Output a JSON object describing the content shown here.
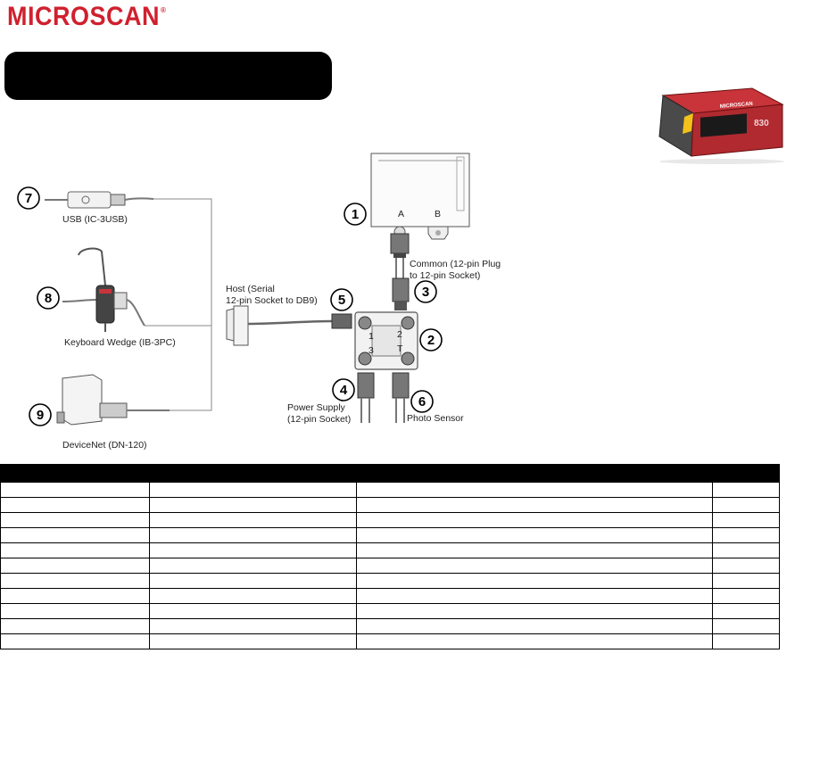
{
  "brand": {
    "name": "MICROSCAN",
    "mark": "®"
  },
  "product": {
    "model": "830"
  },
  "diagram": {
    "labels": {
      "usb": "USB (IC-3USB)",
      "keyboard": "Keyboard Wedge (IB-3PC)",
      "devicenet": "DeviceNet (DN-120)",
      "host_line1": "Host (Serial",
      "host_line2": "12-pin Socket to DB9)",
      "common_line1": "Common (12-pin Plug",
      "common_line2": "to 12-pin Socket)",
      "power_line1": "Power Supply",
      "power_line2": "(12-pin Socket)",
      "photo": "Photo Sensor",
      "port_a": "A",
      "port_b": "B"
    },
    "hub_ports": [
      "1",
      "2",
      "3",
      "T"
    ],
    "callouts": [
      "1",
      "2",
      "3",
      "4",
      "5",
      "6",
      "7",
      "8",
      "9"
    ]
  },
  "parts_table": {
    "row_count": 11,
    "column_count": 4
  }
}
